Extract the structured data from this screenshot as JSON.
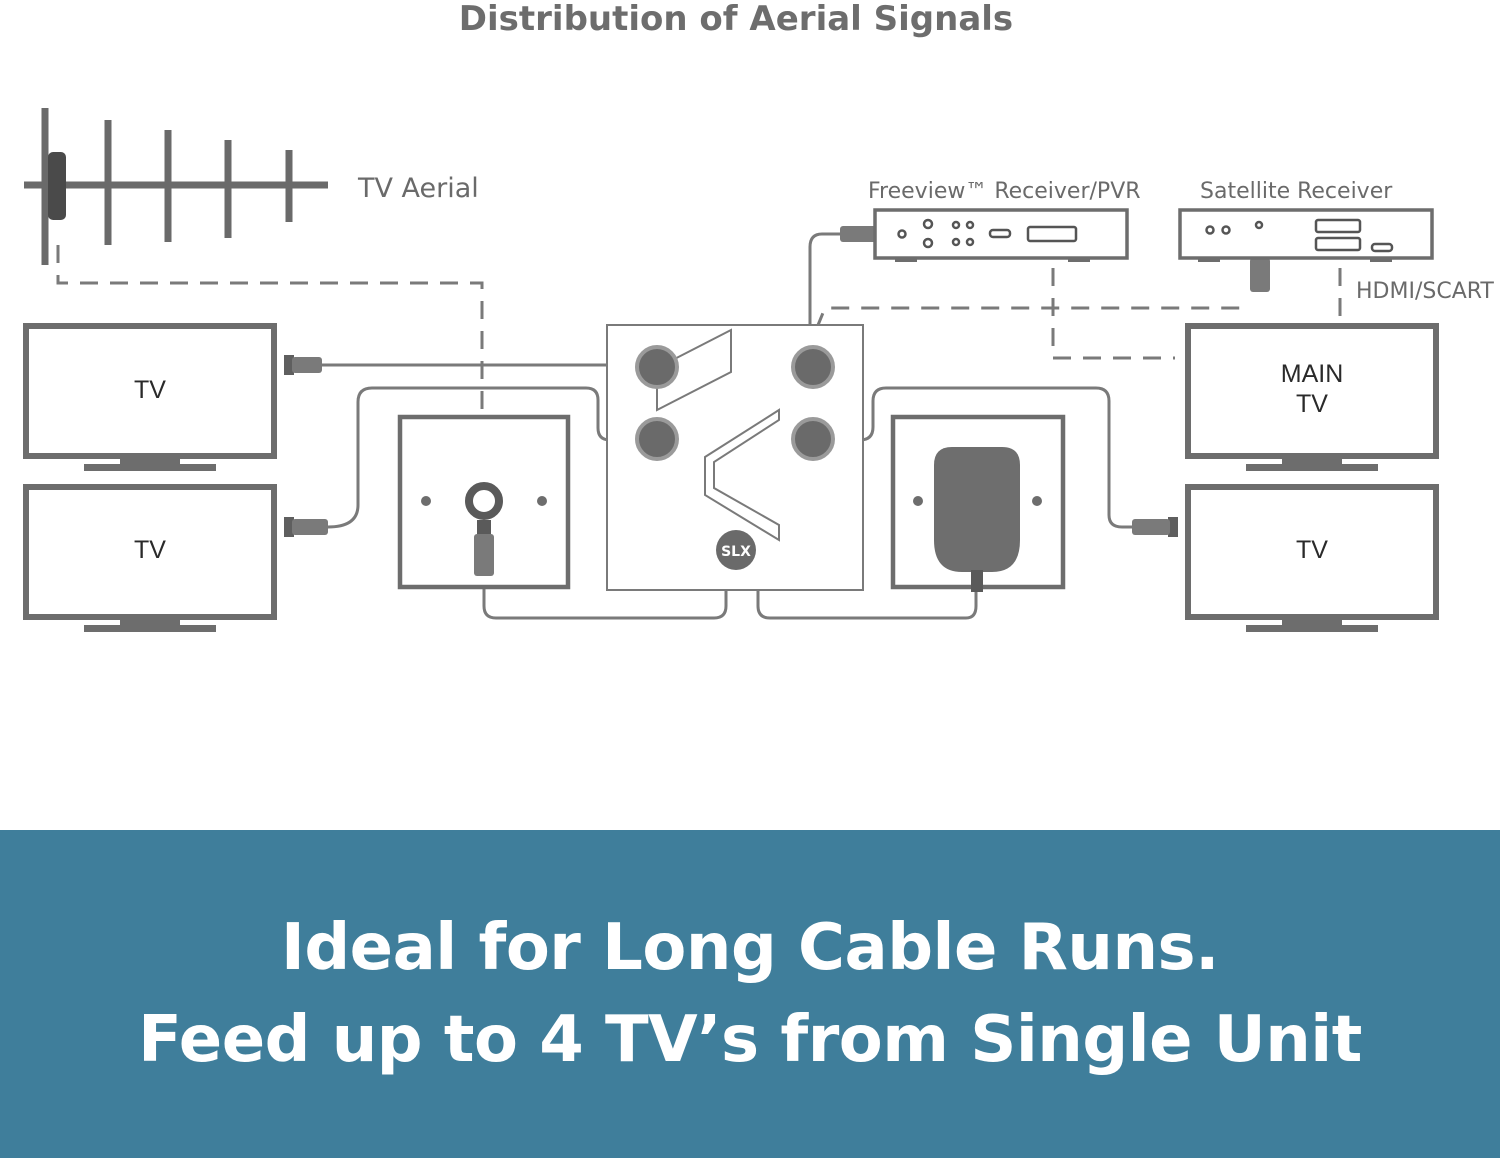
{
  "diagram": {
    "title": "Distribution of Aerial Signals",
    "aerial_label": "TV Aerial",
    "freeview_label": "Freeview™ Receiver/PVR",
    "satellite_label": "Satellite Receiver",
    "hdmi_label": "HDMI/SCART",
    "tv_top_left": "TV",
    "tv_bottom_left": "TV",
    "main_tv_line1": "MAIN",
    "main_tv_line2": "TV",
    "tv_bottom_right": "TV",
    "logo_text": "SLX"
  },
  "banner": {
    "line1": "Ideal for Long Cable Runs.",
    "line2": "Feed up to 4 TV’s from Single Unit"
  },
  "colors": {
    "banner_bg": "#3f7e9b",
    "line_gray": "#7a7a7a",
    "dark_gray": "#5f5f5f"
  }
}
